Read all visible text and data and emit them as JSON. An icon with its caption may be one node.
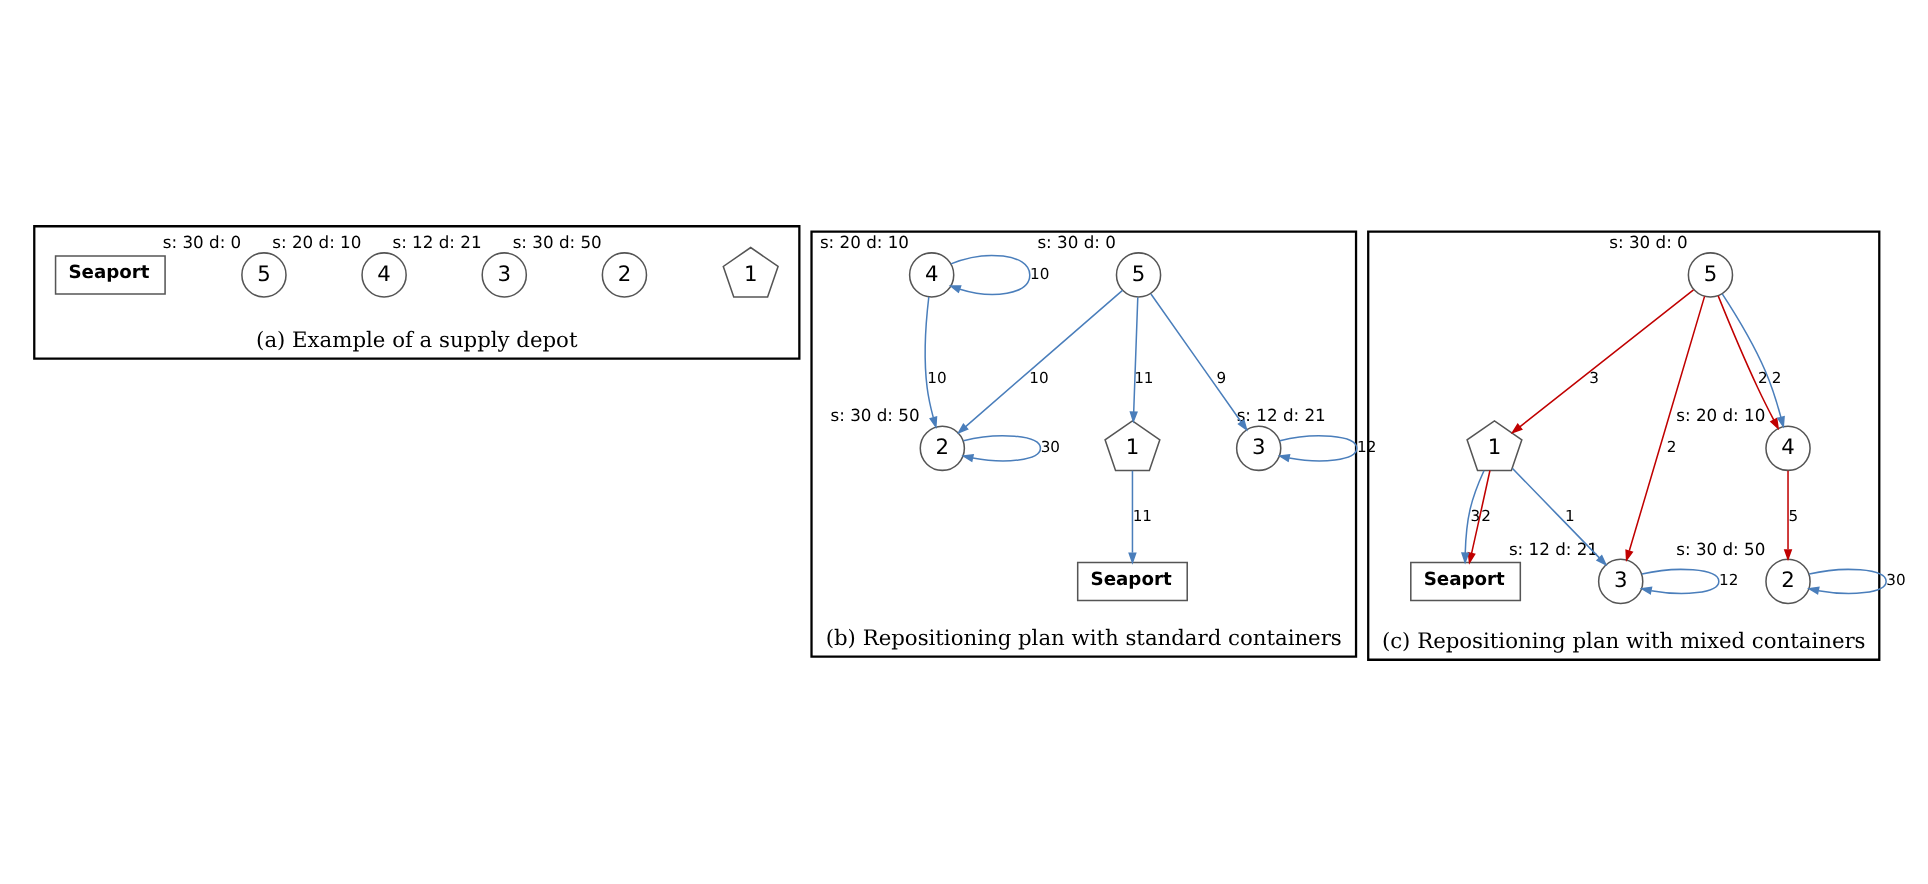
{
  "diagram": {
    "nodes": [
      {
        "text": [
          "(a) Example of a supply depot"
        ]
      },
      {
        "text": [
          "1"
        ],
        "in": 0
      },
      {
        "text": [
          "2"
        ],
        "in": 0,
        "beside": [
          "s: 30 d: 50"
        ]
      },
      {
        "text": [
          "3"
        ],
        "in": 0,
        "beside": [
          "s: 12 d: 21"
        ]
      },
      {
        "text": [
          "4"
        ],
        "in": 0,
        "beside": [
          "s: 20 d: 10"
        ]
      },
      {
        "text": [
          "5"
        ],
        "in": 0,
        "beside": [
          "s: 30 d: 0"
        ]
      },
      {
        "text": [
          "Seaport"
        ],
        "in": 0
      },
      {
        "text": [
          "(b) Repositioning plan with standard containers"
        ]
      },
      {
        "text": [
          "1"
        ],
        "in": 7
      },
      {
        "text": [
          "2"
        ],
        "in": 7,
        "beside": [
          "s: 30 d: 50"
        ]
      },
      {
        "text": [
          "3"
        ],
        "in": 7,
        "beside": [
          "s: 12 d: 21"
        ]
      },
      {
        "text": [
          "4"
        ],
        "in": 7,
        "beside": [
          "s: 20 d: 10"
        ]
      },
      {
        "text": [
          "5"
        ],
        "in": 7,
        "beside": [
          "s: 30 d: 0"
        ]
      },
      {
        "text": [
          "Seaport"
        ],
        "in": 7
      },
      {
        "text": [
          "(c) Repositioning plan with mixed containers"
        ]
      },
      {
        "text": [
          "1"
        ],
        "in": 14
      },
      {
        "text": [
          "2"
        ],
        "in": 14,
        "beside": [
          "s: 30 d: 50"
        ]
      },
      {
        "text": [
          "3"
        ],
        "in": 14,
        "beside": [
          "s: 12 d: 21"
        ]
      },
      {
        "text": [
          "4"
        ],
        "in": 14,
        "beside": [
          "s: 20 d: 10"
        ]
      },
      {
        "text": [
          "5"
        ],
        "in": 14,
        "beside": [
          "s: 30 d: 0"
        ]
      },
      {
        "text": [
          "Seaport"
        ],
        "in": 14
      }
    ],
    "edges": [
      {
        "from": 9,
        "to": 9,
        "arrow": "to",
        "label": "30"
      },
      {
        "from": 10,
        "to": 10,
        "arrow": "to",
        "label": "12"
      },
      {
        "from": 12,
        "to": 10,
        "arrow": "to",
        "label": "9"
      },
      {
        "from": 12,
        "to": 8,
        "arrow": "to",
        "label": "11"
      },
      {
        "from": 12,
        "to": 9,
        "arrow": "to",
        "label": "10"
      },
      {
        "from": 11,
        "to": 9,
        "arrow": "to",
        "label": "10"
      },
      {
        "from": 11,
        "to": 11,
        "arrow": "to",
        "label": "10"
      },
      {
        "from": 8,
        "to": 13,
        "arrow": "to",
        "label": "11"
      },
      {
        "from": 16,
        "to": 16,
        "arrow": "to",
        "label": "30"
      },
      {
        "from": 17,
        "to": 17,
        "arrow": "to",
        "label": "12"
      },
      {
        "from": 19,
        "to": 17,
        "arrow": "to",
        "label": "2",
        "color": "#c00000"
      },
      {
        "from": 15,
        "to": 17,
        "arrow": "to",
        "label": "1"
      },
      {
        "from": 19,
        "to": 15,
        "arrow": "to",
        "label": "3",
        "color": "#c00000"
      },
      {
        "from": 18,
        "to": 16,
        "arrow": "to",
        "label": "5",
        "color": "#c00000"
      },
      {
        "from": 19,
        "to": 18,
        "arrow": "to",
        "label": "2",
        "color": "#c00000"
      },
      {
        "from": 19,
        "to": 18,
        "arrow": "to",
        "label": "2"
      },
      {
        "from": 15,
        "to": 20,
        "arrow": "to",
        "label": "2",
        "color": "#c00000"
      },
      {
        "from": 15,
        "to": 20,
        "arrow": "to",
        "label": "3"
      }
    ]
  }
}
